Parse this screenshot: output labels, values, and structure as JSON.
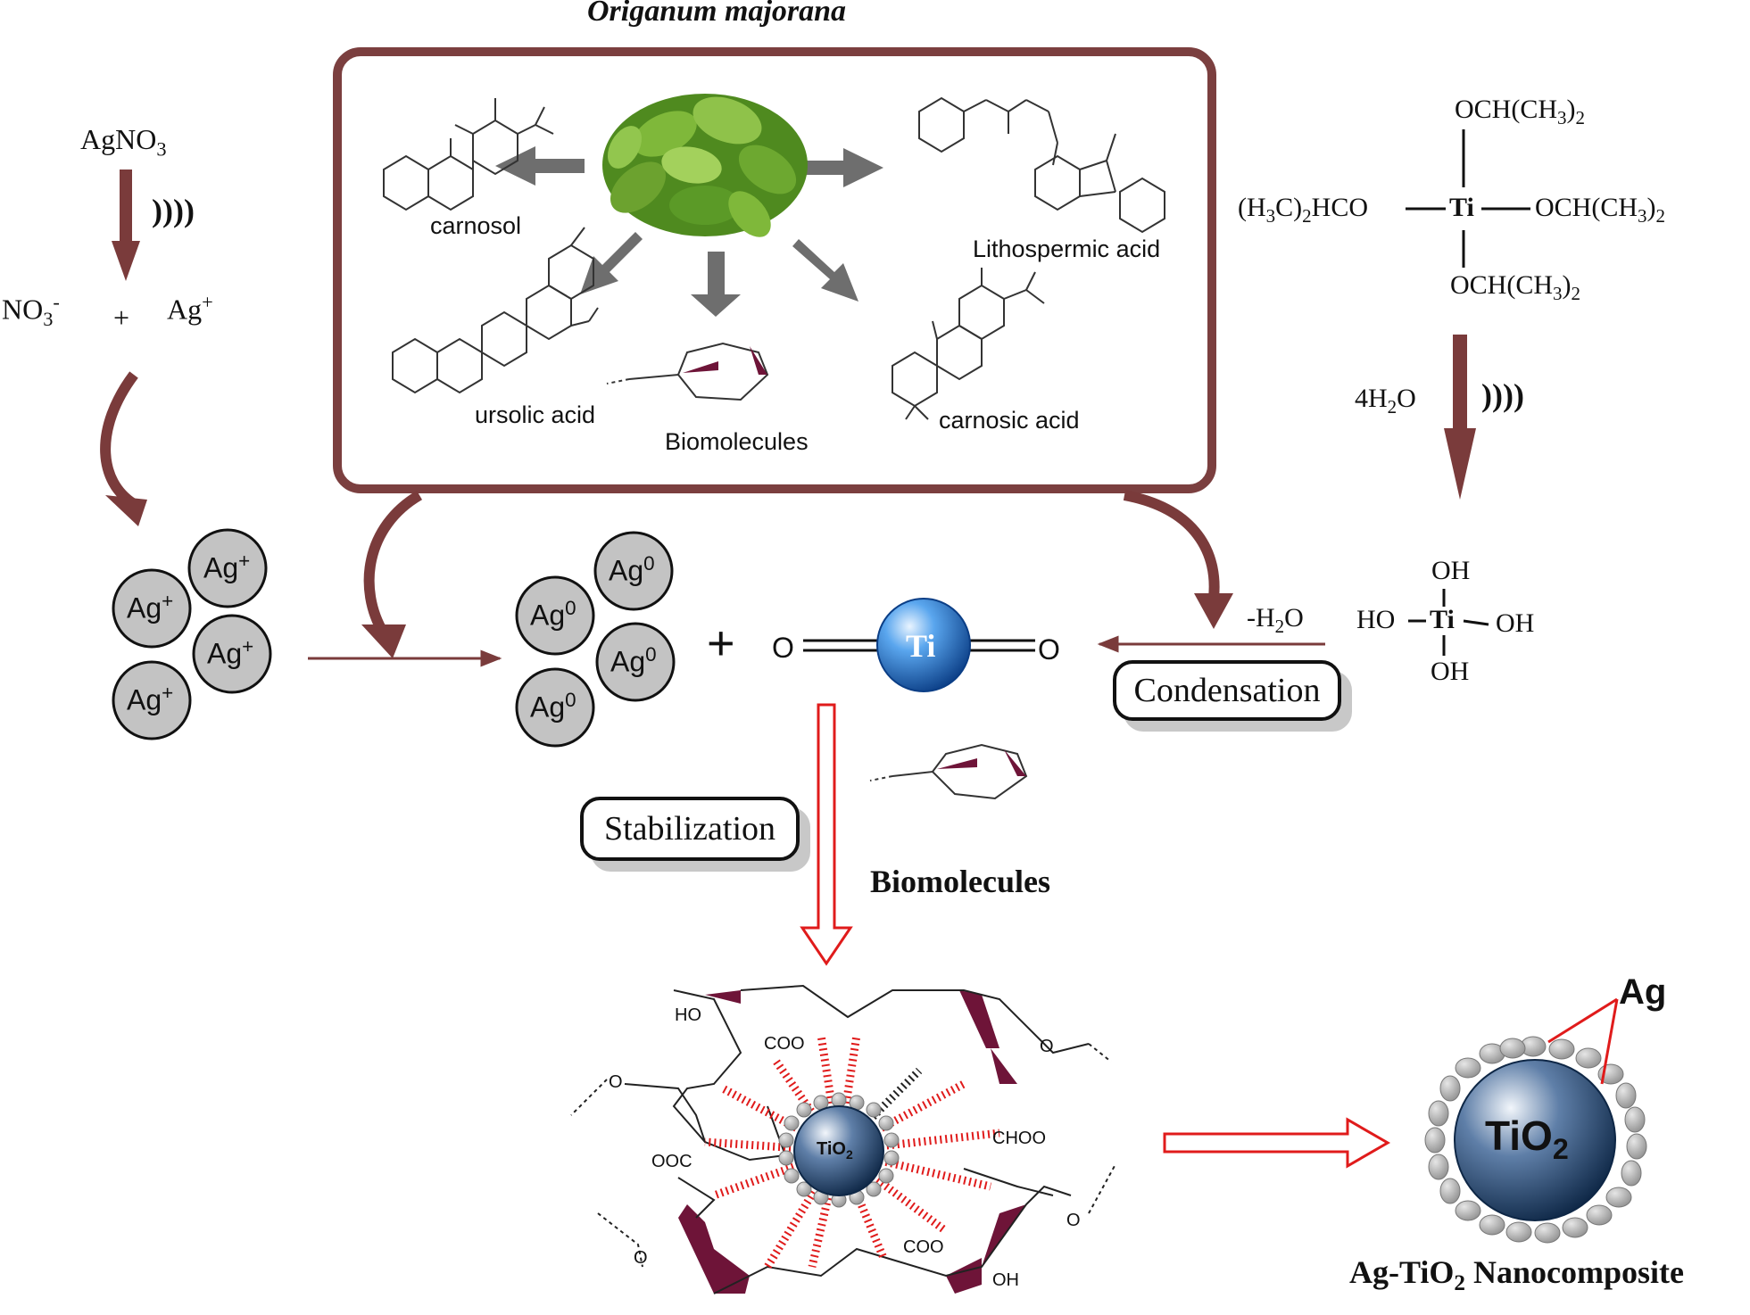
{
  "title": "Origanum majorana",
  "precursor_left": {
    "formula_main": "AgNO",
    "formula_sub": "3",
    "ultrasound": "))))",
    "ion_no3_main": "NO",
    "ion_no3_sub": "3",
    "ion_no3_sup": "-",
    "plus": "+",
    "ion_ag_main": "Ag",
    "ion_ag_sup": "+"
  },
  "ag_ions": [
    {
      "main": "Ag",
      "sup": "+"
    },
    {
      "main": "Ag",
      "sup": "+"
    },
    {
      "main": "Ag",
      "sup": "+"
    },
    {
      "main": "Ag",
      "sup": "+"
    }
  ],
  "ag_atoms": [
    {
      "main": "Ag",
      "sup": "0"
    },
    {
      "main": "Ag",
      "sup": "0"
    },
    {
      "main": "Ag",
      "sup": "0"
    },
    {
      "main": "Ag",
      "sup": "0"
    }
  ],
  "compounds": {
    "carnosol": "carnosol",
    "lithospermic": "Lithospermic acid",
    "ursolic": "ursolic acid",
    "biomolecules_box": "Biomolecules",
    "carnosic": "carnosic acid"
  },
  "precursor_right": {
    "top": "OCH(CH",
    "top_sub": "3",
    "top_end": ")",
    "top_sub2": "2",
    "left": "(H",
    "left_sub": "3",
    "left_mid": "C)",
    "left_sub2": "2",
    "left_end": "HCO",
    "center": "Ti",
    "water": "4H",
    "water_sub": "2",
    "water_end": "O",
    "ultrasound": "))))"
  },
  "hydroxide": {
    "oh_top": "OH",
    "ho_left": "HO",
    "ti": "Ti",
    "oh_right": "OH",
    "oh_bottom": "OH",
    "minus_h2o": "-H",
    "minus_h2o_sub": "2",
    "minus_h2o_end": "O"
  },
  "tio2_molecule": {
    "o_left": "O",
    "ti": "Ti",
    "o_right": "O",
    "plus": "+"
  },
  "process_labels": {
    "condensation": "Condensation",
    "stabilization": "Stabilization",
    "biomolecules": "Biomolecules"
  },
  "core": {
    "label": "TiO",
    "label_sub": "2",
    "groups": [
      "HO",
      "COO",
      "O",
      "O",
      "CHOO",
      "OOC",
      "O",
      "O",
      "COO",
      "OH"
    ]
  },
  "product": {
    "ag": "Ag",
    "core": "TiO",
    "core_sub": "2",
    "caption": "Ag-TiO",
    "caption_sub": "2",
    "caption_end": " Nanocomposite"
  },
  "colors": {
    "arrow_brown": "#7a3b3b",
    "arrow_gray": "#6a6a6a",
    "box_border": "#7b3f3f",
    "red_outline": "#e01b1b",
    "ag_sphere": "#c3c3c3",
    "ti_blue": "#2b7fd0",
    "wedge": "#6e1438"
  }
}
